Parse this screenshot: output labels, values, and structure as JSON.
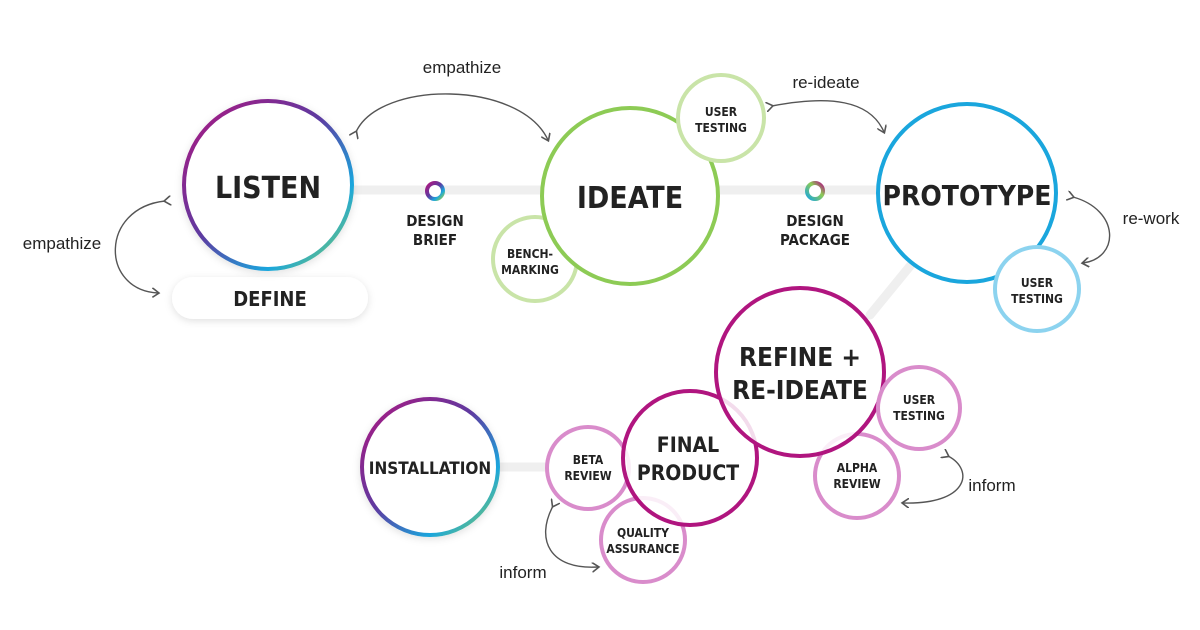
{
  "nodes": {
    "listen": "LISTEN",
    "define": "DEFINE",
    "ideate": "IDEATE",
    "prototype": "PROTOTYPE",
    "refine_line1": "REFINE +",
    "refine_line2": "RE-IDEATE",
    "final_line1": "FINAL",
    "final_line2": "PRODUCT",
    "installation": "INSTALLATION",
    "user_testing_top_1": "USER",
    "user_testing_top_2": "TESTING",
    "benchmarking_1": "BENCH-",
    "benchmarking_2": "MARKING",
    "user_testing_proto_1": "USER",
    "user_testing_proto_2": "TESTING",
    "user_testing_refine_1": "USER",
    "user_testing_refine_2": "TESTING",
    "alpha_review_1": "ALPHA",
    "alpha_review_2": "REVIEW",
    "beta_review_1": "BETA",
    "beta_review_2": "REVIEW",
    "quality_assurance_1": "QUALITY",
    "quality_assurance_2": "ASSURANCE"
  },
  "connectors": {
    "design_brief_1": "DESIGN",
    "design_brief_2": "BRIEF",
    "design_package_1": "DESIGN",
    "design_package_2": "PACKAGE"
  },
  "annotations": {
    "empathize_top": "empathize",
    "empathize_left": "empathize",
    "re_ideate": "re-ideate",
    "re_work": "re-work",
    "inform_right": "inform",
    "inform_bottom": "inform"
  },
  "colors": {
    "green": "#8dcb55",
    "light_green": "#c9e4a8",
    "blue": "#1aa6dd",
    "light_blue": "#8cd3ef",
    "magenta": "#b0157f",
    "light_magenta": "#d98ccb",
    "purple": "#8a2a8e",
    "connector": "#efefef",
    "arrow": "#555555"
  }
}
